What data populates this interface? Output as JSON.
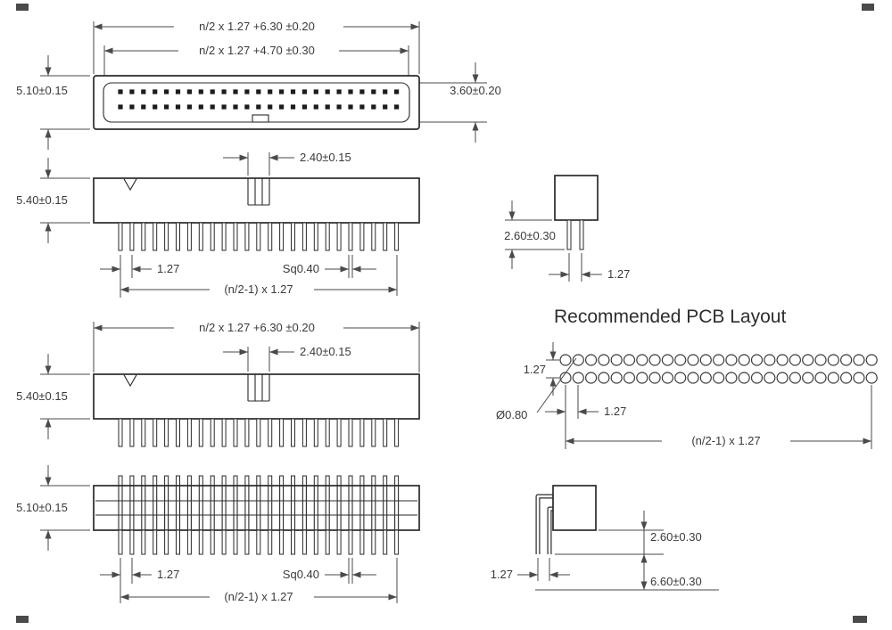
{
  "top_view": {
    "outer_width": "n/2 x 1.27 +6.30 ±0.20",
    "inner_width": "n/2 x 1.27 +4.70 ±0.30",
    "body_height": "5.10±0.15",
    "cavity_height": "3.60±0.20"
  },
  "front_view_a": {
    "key_width": "2.40±0.15",
    "body_height": "5.40±0.15",
    "pin_pitch": "1.27",
    "pin_square": "Sq0.40",
    "pin_span": "(n/2-1) x 1.27"
  },
  "side_view_a": {
    "pin_length": "2.60±0.30",
    "pin_pitch": "1.27"
  },
  "pcb": {
    "title": "Recommended PCB Layout",
    "row_pitch": "1.27",
    "hole_dia": "Ø0.80",
    "hole_pitch": "1.27",
    "span": "(n/2-1) x 1.27"
  },
  "front_view_b": {
    "outer_width": "n/2 x 1.27 +6.30 ±0.20",
    "key_width": "2.40±0.15",
    "body_height": "5.40±0.15"
  },
  "front_view_c": {
    "body_height": "5.10±0.15",
    "pin_pitch": "1.27",
    "pin_square": "Sq0.40",
    "pin_span": "(n/2-1) x 1.27"
  },
  "side_view_b": {
    "pin_pitch": "1.27",
    "pin_below_board": "2.60±0.30",
    "overall_height": "6.60±0.30"
  }
}
